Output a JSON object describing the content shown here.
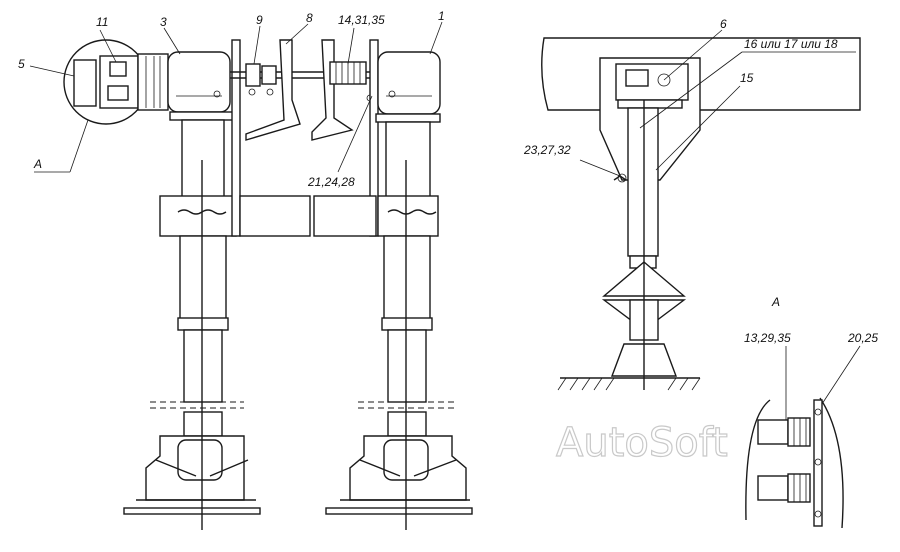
{
  "labels": {
    "l5": "5",
    "l11": "11",
    "l3": "3",
    "l9": "9",
    "l8": "8",
    "l14_31_35": "14,31,35",
    "l1": "1",
    "lA_main": "А",
    "l21_24_28": "21,24,28",
    "l6": "6",
    "l16_17_18": "16 или 17 или 18",
    "l15": "15",
    "l23_27_32": "23,27,32",
    "lA_detail": "А",
    "l13_29_35": "13,29,35",
    "l20_25": "20,25"
  },
  "watermark": "AutoSoft"
}
